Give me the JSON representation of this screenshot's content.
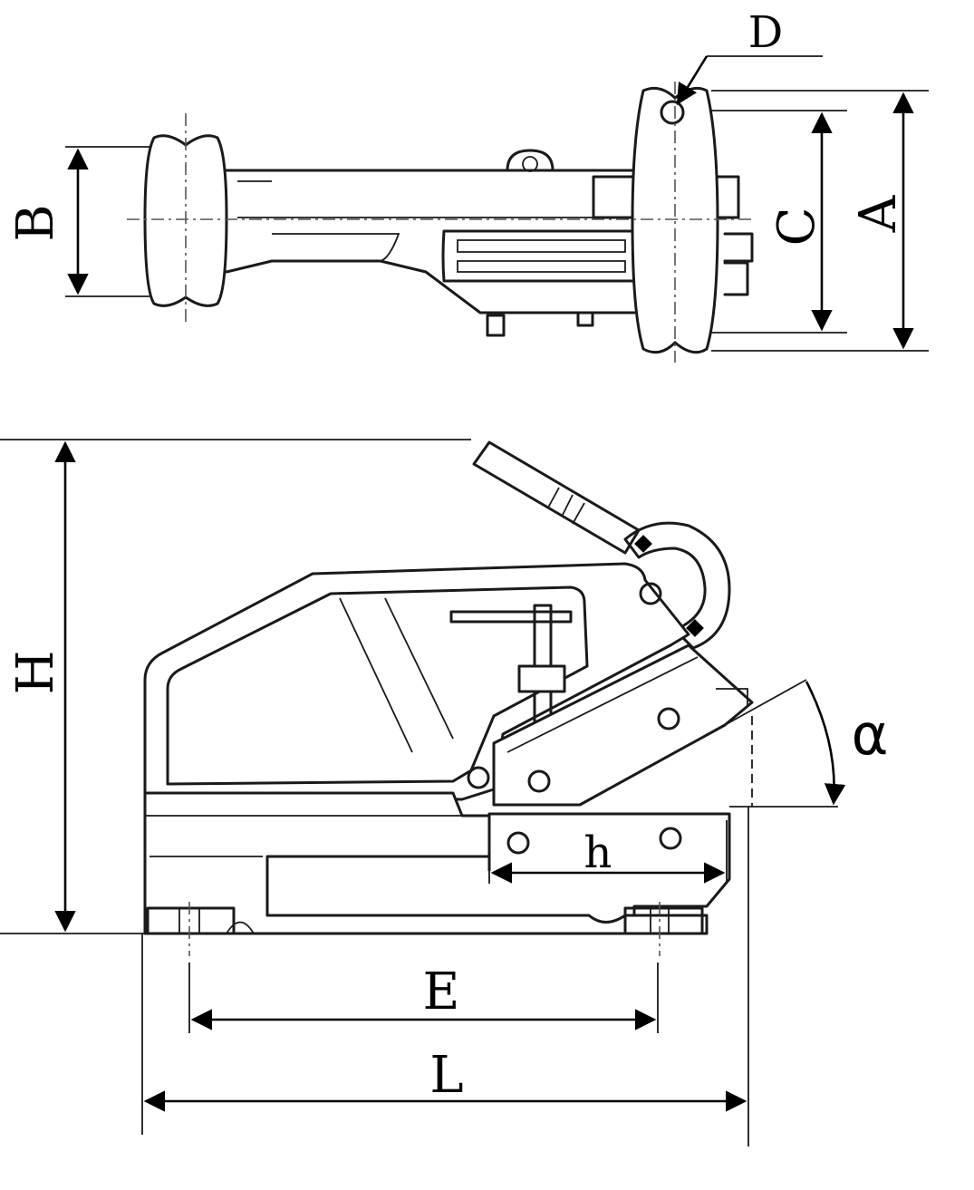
{
  "diagram": {
    "labels": {
      "A": "A",
      "B": "B",
      "C": "C",
      "D": "D",
      "H": "H",
      "h": "h",
      "E": "E",
      "L": "L",
      "alpha": "α"
    }
  }
}
